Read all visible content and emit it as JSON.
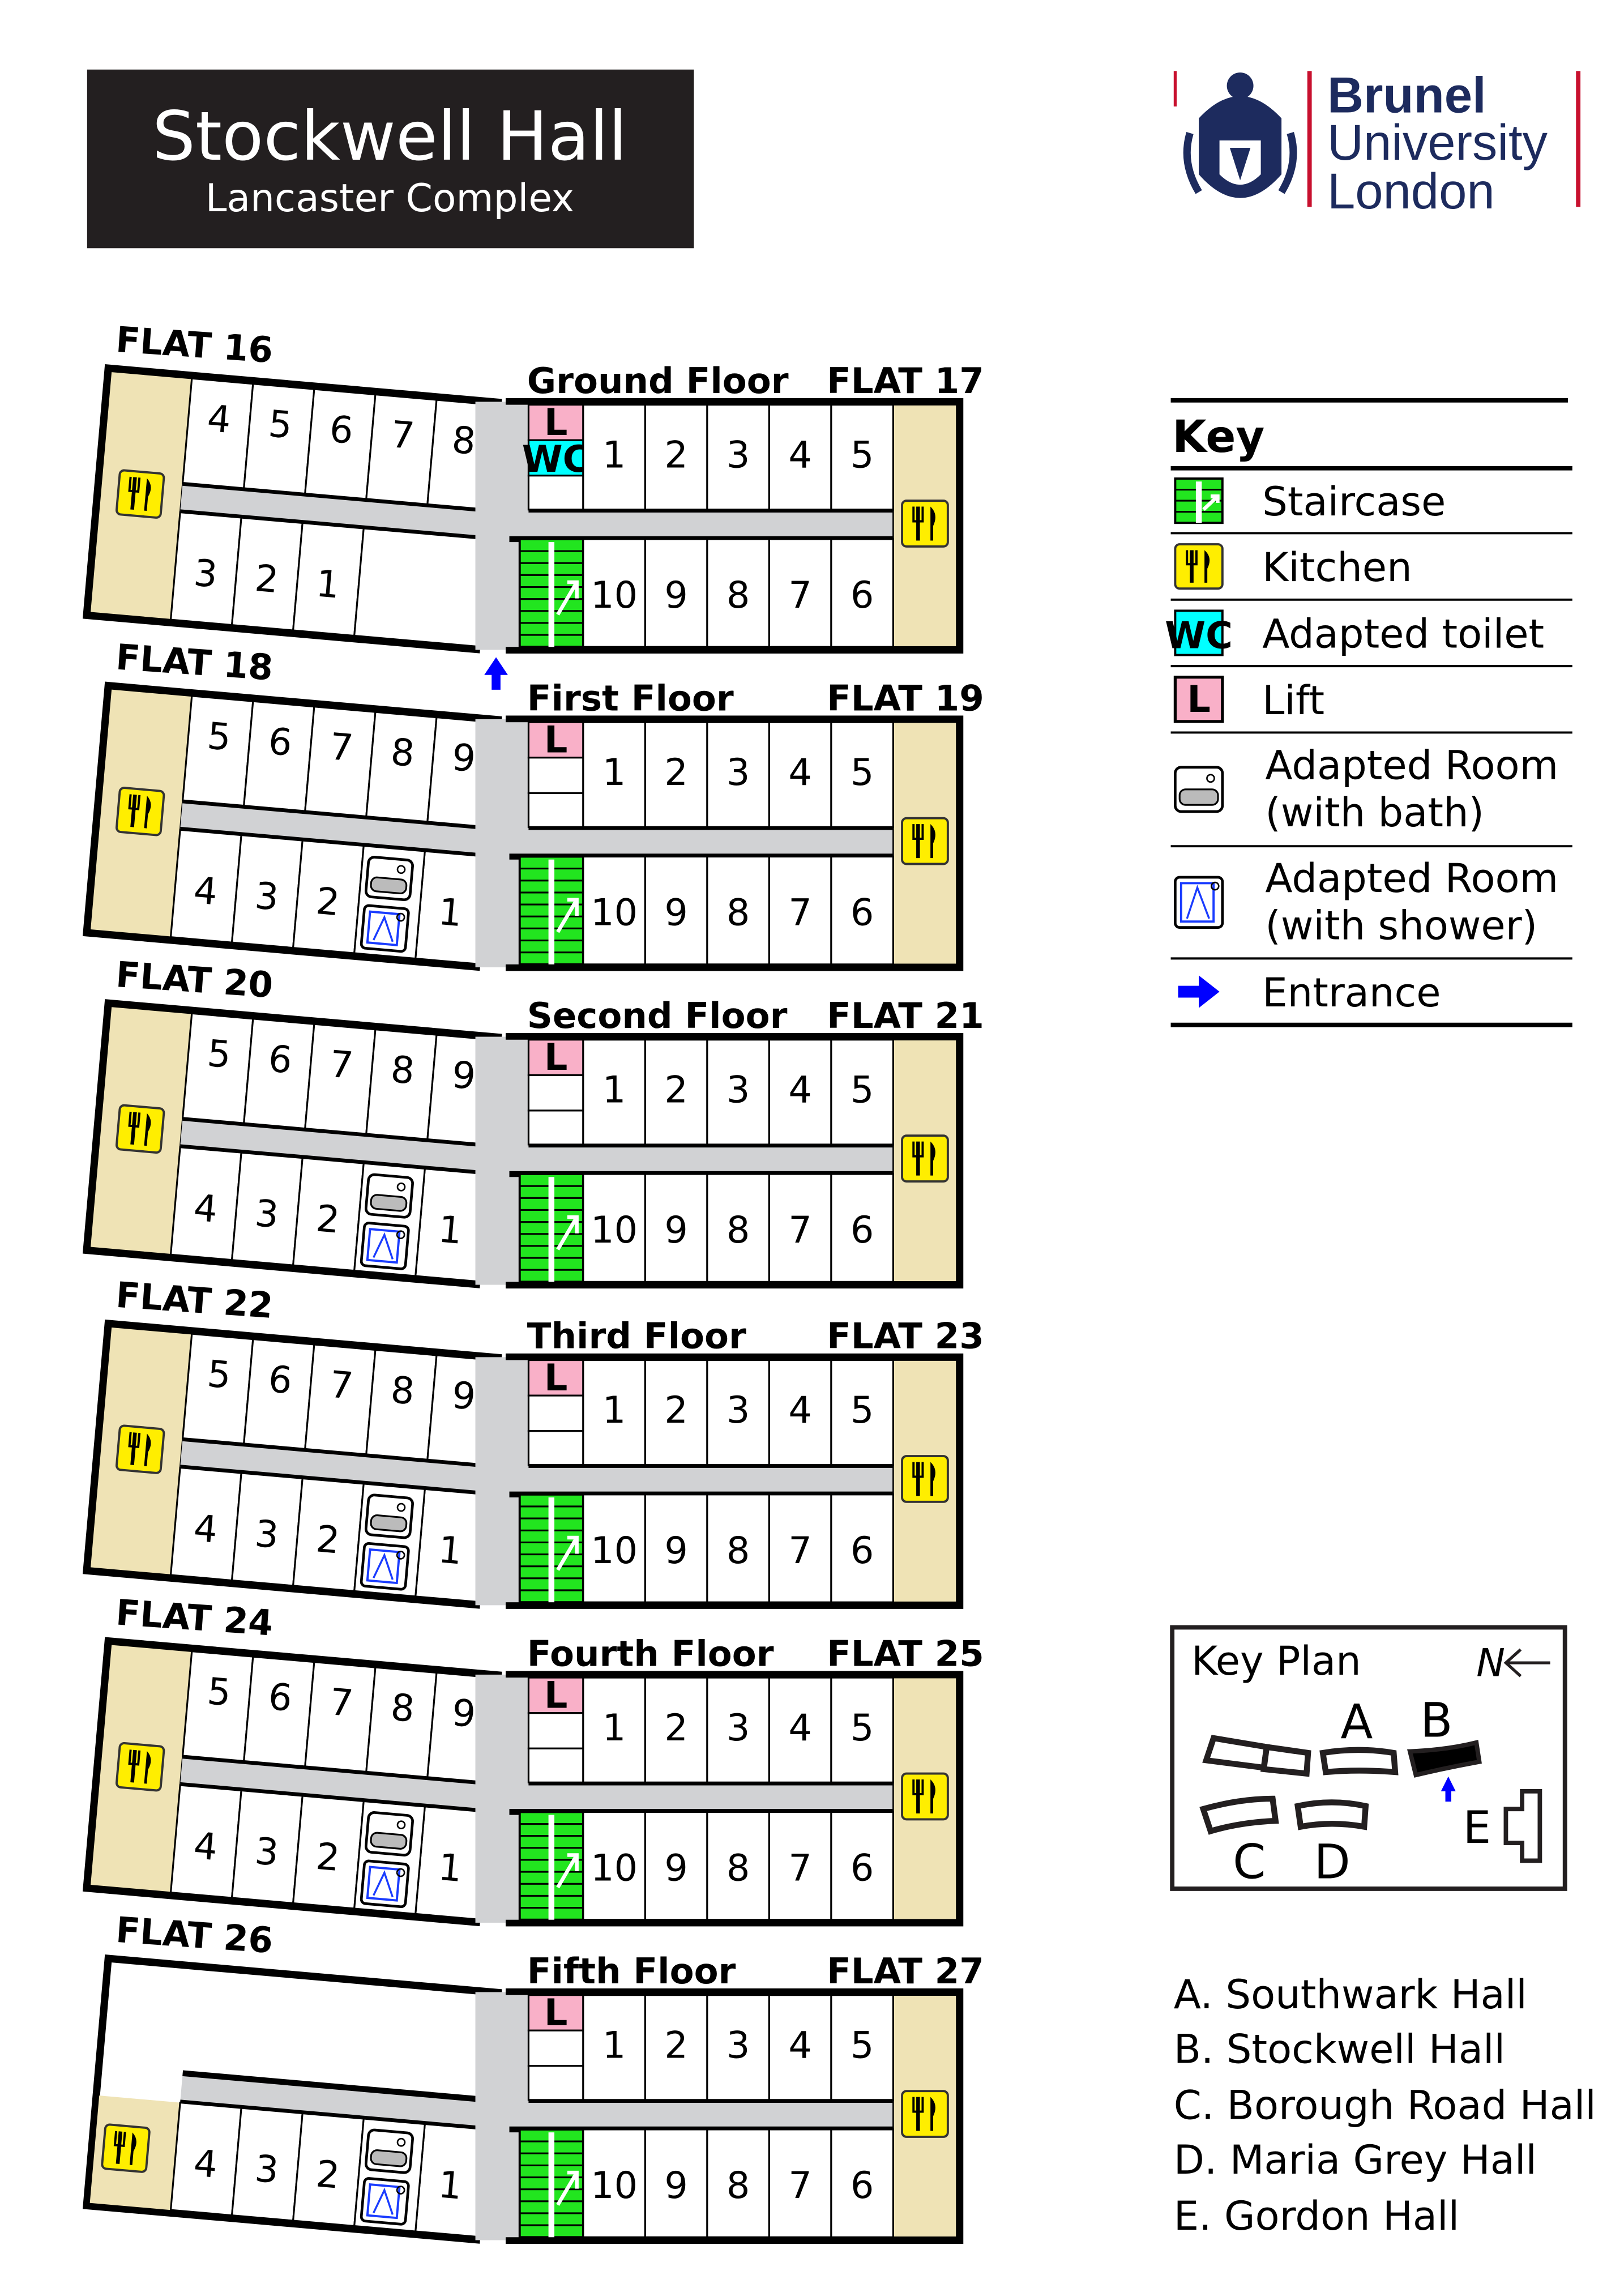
{
  "header": {
    "title": "Stockwell Hall",
    "subtitle": "Lancaster Complex"
  },
  "logo": {
    "line1": "Brunel",
    "line2": "University",
    "line3": "London"
  },
  "floors": [
    {
      "name": "Ground Floor",
      "left_flat": "FLAT 16",
      "right_flat": "FLAT 17",
      "left_top": [
        "4",
        "5",
        "6",
        "7",
        "8"
      ],
      "left_bottom": [
        "3",
        "2",
        "1",
        ""
      ],
      "adapted_rooms": false,
      "right_top": [
        "1",
        "2",
        "3",
        "4",
        "5"
      ],
      "right_bottom": [
        "10",
        "9",
        "8",
        "7",
        "6"
      ],
      "lift_label": "L",
      "wc_label": "WC",
      "has_wc": true,
      "entrance": true,
      "left_top_empty": false
    },
    {
      "name": "First Floor",
      "left_flat": "FLAT 18",
      "right_flat": "FLAT 19",
      "left_top": [
        "5",
        "6",
        "7",
        "8",
        "9"
      ],
      "left_bottom": [
        "4",
        "3",
        "2",
        "1"
      ],
      "adapted_rooms": true,
      "right_top": [
        "1",
        "2",
        "3",
        "4",
        "5"
      ],
      "right_bottom": [
        "10",
        "9",
        "8",
        "7",
        "6"
      ],
      "lift_label": "L",
      "has_wc": false,
      "left_top_empty": false
    },
    {
      "name": "Second Floor",
      "left_flat": "FLAT 20",
      "right_flat": "FLAT 21",
      "left_top": [
        "5",
        "6",
        "7",
        "8",
        "9"
      ],
      "left_bottom": [
        "4",
        "3",
        "2",
        "1"
      ],
      "adapted_rooms": true,
      "right_top": [
        "1",
        "2",
        "3",
        "4",
        "5"
      ],
      "right_bottom": [
        "10",
        "9",
        "8",
        "7",
        "6"
      ],
      "lift_label": "L",
      "has_wc": false,
      "left_top_empty": false
    },
    {
      "name": "Third Floor",
      "left_flat": "FLAT 22",
      "right_flat": "FLAT 23",
      "left_top": [
        "5",
        "6",
        "7",
        "8",
        "9"
      ],
      "left_bottom": [
        "4",
        "3",
        "2",
        "1"
      ],
      "adapted_rooms": true,
      "right_top": [
        "1",
        "2",
        "3",
        "4",
        "5"
      ],
      "right_bottom": [
        "10",
        "9",
        "8",
        "7",
        "6"
      ],
      "lift_label": "L",
      "has_wc": false,
      "left_top_empty": false
    },
    {
      "name": "Fourth Floor",
      "left_flat": "FLAT 24",
      "right_flat": "FLAT 25",
      "left_top": [
        "5",
        "6",
        "7",
        "8",
        "9"
      ],
      "left_bottom": [
        "4",
        "3",
        "2",
        "1"
      ],
      "adapted_rooms": true,
      "right_top": [
        "1",
        "2",
        "3",
        "4",
        "5"
      ],
      "right_bottom": [
        "10",
        "9",
        "8",
        "7",
        "6"
      ],
      "lift_label": "L",
      "has_wc": false,
      "left_top_empty": false
    },
    {
      "name": "Fifth Floor",
      "left_flat": "FLAT 26",
      "right_flat": "FLAT 27",
      "left_top": [],
      "left_bottom": [
        "4",
        "3",
        "2",
        "1"
      ],
      "adapted_rooms": true,
      "right_top": [
        "1",
        "2",
        "3",
        "4",
        "5"
      ],
      "right_bottom": [
        "10",
        "9",
        "8",
        "7",
        "6"
      ],
      "lift_label": "L",
      "has_wc": false,
      "left_top_empty": true
    }
  ],
  "key": {
    "title": "Key",
    "items": [
      {
        "icon": "staircase-icon",
        "label": "Staircase"
      },
      {
        "icon": "kitchen-icon",
        "label": "Kitchen"
      },
      {
        "icon": "adapted-toilet-icon",
        "label": "Adapted toilet",
        "icon_text": "WC"
      },
      {
        "icon": "lift-icon",
        "label": "Lift",
        "icon_text": "L"
      },
      {
        "icon": "bath-icon",
        "label": "Adapted Room",
        "label2": "(with bath)"
      },
      {
        "icon": "shower-icon",
        "label": "Adapted Room",
        "label2": "(with shower)"
      },
      {
        "icon": "entrance-arrow-icon",
        "label": "Entrance"
      }
    ]
  },
  "key_plan": {
    "title": "Key Plan",
    "north": "N",
    "labels": [
      "A",
      "B",
      "C",
      "D",
      "E"
    ]
  },
  "halls": [
    "A. Southwark Hall",
    "B. Stockwell Hall",
    "C. Borough Road Hall",
    "D. Maria Grey Hall",
    "E. Gordon Hall"
  ],
  "colors": {
    "kitchen_strip": "#efe3b5",
    "corridor": "#d1d2d4",
    "stairs": "#22e51f",
    "lift": "#f9b0c8",
    "wc": "#00ffff",
    "kitchen_icon": "#ffee00",
    "entrance": "#0000ff",
    "brand_navy": "#1d2b5e",
    "brand_red": "#c8102e"
  }
}
